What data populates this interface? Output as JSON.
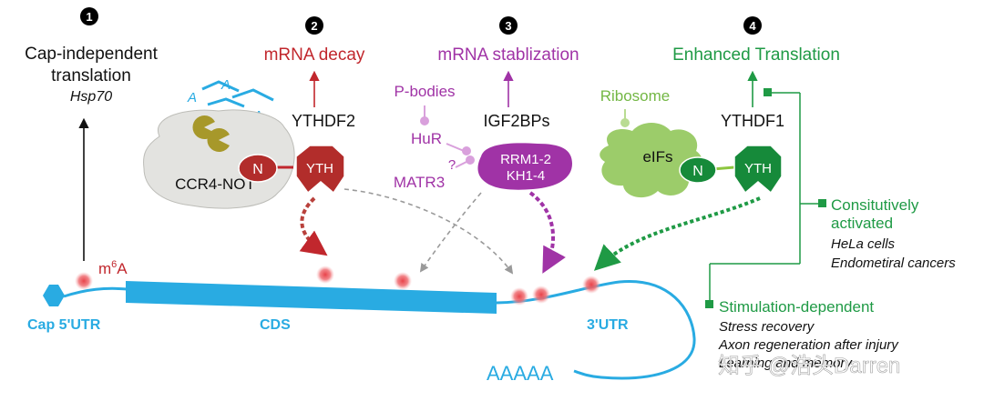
{
  "mechanisms": [
    {
      "number": "1",
      "title_line1": "Cap-independent",
      "title_line2": "translation",
      "example": "Hsp70"
    },
    {
      "number": "2",
      "title": "mRNA decay",
      "reader": "YTHDF2",
      "complex": "CCR4-NOT",
      "domain_n": "N",
      "domain_yth": "YTH",
      "poly_a_letters": [
        "A",
        "A",
        "A"
      ]
    },
    {
      "number": "3",
      "title": "mRNA stablization",
      "reader": "IGF2BPs",
      "domain_line1": "RRM1-2",
      "domain_line2": "KH1-4",
      "partners": [
        "P-bodies",
        "HuR",
        "MATR3"
      ],
      "unknown": "?"
    },
    {
      "number": "4",
      "title": "Enhanced Translation",
      "reader": "YTHDF1",
      "factor": "eIFs",
      "ribosome": "Ribosome",
      "domain_n": "N",
      "domain_yth": "YTH"
    }
  ],
  "regulation": {
    "constitutive_line1": "Consitutively",
    "constitutive_line2": "activated",
    "constitutive_examples": [
      "HeLa cells",
      "Endometiral cancers"
    ],
    "stimulation_title": "Stimulation-dependent",
    "stimulation_examples": [
      "Stress recovery",
      "Axon regeneration after injury",
      "Learning and memory"
    ]
  },
  "mrna": {
    "modification_base": "m",
    "modification_sup": "6",
    "modification_rest": "A",
    "cap_label": "Cap 5'UTR",
    "cds_label": "CDS",
    "utr3_label": "3'UTR",
    "polya": "AAAAA"
  },
  "watermark": "知乎 @浩头Darren",
  "colors": {
    "red": "#c1272d",
    "purple": "#a033a6",
    "green": "#1f9a45",
    "blue": "#29abe2",
    "gray": "#9a9a9a"
  }
}
